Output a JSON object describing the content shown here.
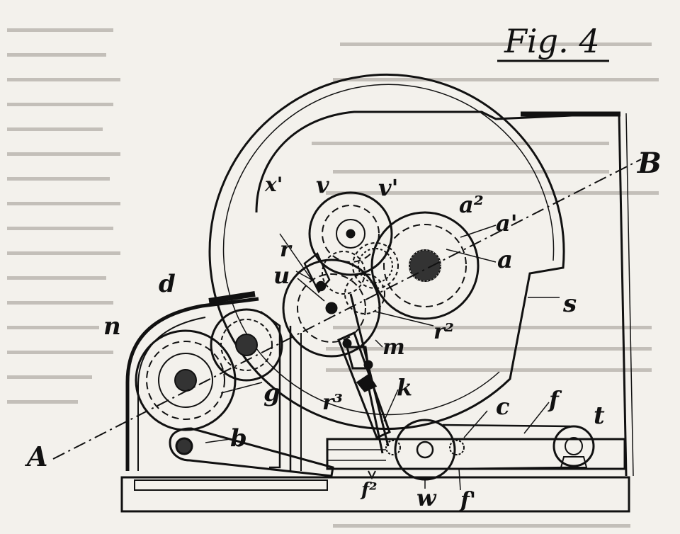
{
  "figure": {
    "title": "Fig. 4"
  },
  "labels": {
    "B": "B",
    "A": "A",
    "S": "s",
    "a": "a",
    "a1": "a'",
    "a2": "a²",
    "v": "v",
    "v1": "v'",
    "x1": "x'",
    "r": "r",
    "u": "u",
    "r2": "r²",
    "r3": "r³",
    "m": "m",
    "k": "k",
    "d": "d",
    "n": "n",
    "g": "g",
    "b": "b",
    "c": "c",
    "f": "f",
    "t": "t",
    "f1": "f'",
    "f2": "f²",
    "w": "w"
  },
  "colors": {
    "ink": "#111111",
    "paper": "#f3f1ec"
  }
}
